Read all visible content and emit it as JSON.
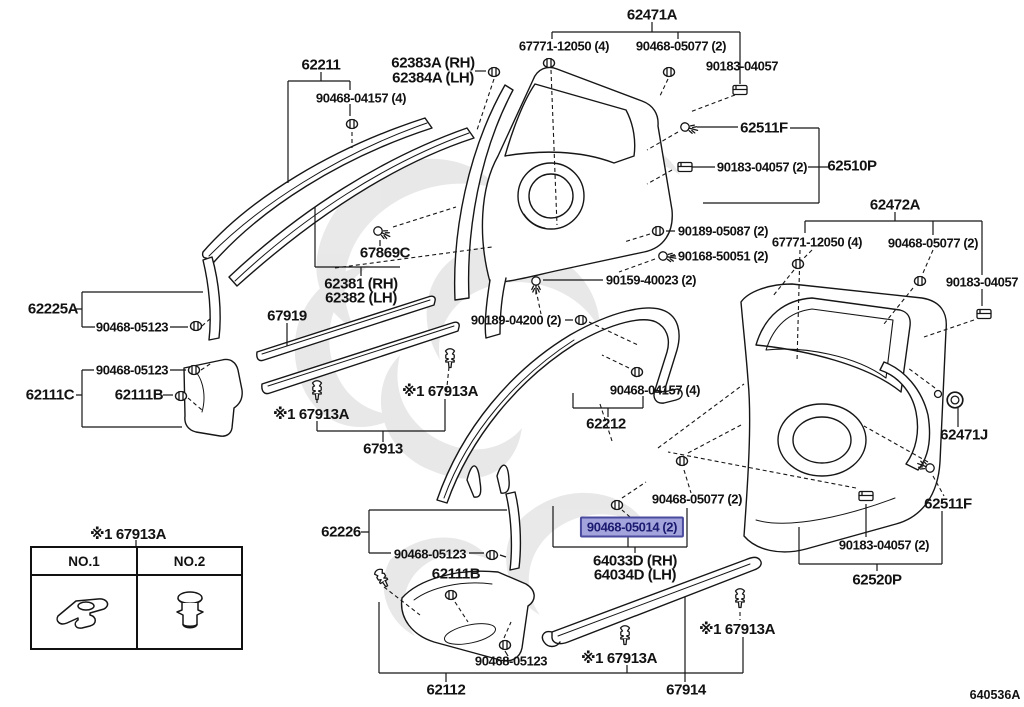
{
  "page": {
    "background": "#ffffff",
    "footer_code": "640536A"
  },
  "highlight": {
    "bg": "#a4a4dc",
    "border": "#4a4a9e",
    "text_color": "#1a1a70"
  },
  "legend": {
    "title": "※1 67913A",
    "columns": [
      "NO.1",
      "NO.2"
    ]
  },
  "labels": {
    "t62471A": "62471A",
    "t67771_a": "67771-12050 (4)",
    "t90468_05077_a": "90468-05077 (2)",
    "t90183_04057_a": "90183-04057",
    "t62211": "62211",
    "t62383A": "62383A (RH)",
    "t62384A": "62384A (LH)",
    "t90468_04157_a": "90468-04157 (4)",
    "t62511F_a": "62511F",
    "t90183_04057_b": "90183-04057 (2)",
    "t62510P": "62510P",
    "t62472A": "62472A",
    "t67771_b": "67771-12050 (4)",
    "t90468_05077_b": "90468-05077 (2)",
    "t90183_04057_c": "90183-04057",
    "t90189_05087": "90189-05087 (2)",
    "t90168_50051": "90168-50051 (2)",
    "t67869C": "67869C",
    "t62381": "62381 (RH)",
    "t62382": "62382 (LH)",
    "t90159_40023": "90159-40023 (2)",
    "t62225A": "62225A",
    "t90468_05123_a": "90468-05123",
    "t67919": "67919",
    "t90189_04200": "90189-04200 (2)",
    "t90468_05123_b": "90468-05123",
    "t62111C": "62111C",
    "t62111B_a": "62111B",
    "t67913A_a": "※1 67913A",
    "t67913A_b": "※1 67913A",
    "t90468_04157_b": "90468-04157 (4)",
    "t62212": "62212",
    "t62471J": "62471J",
    "t67913": "67913",
    "t90468_05077_c": "90468-05077 (2)",
    "t62511F_b": "62511F",
    "t62226": "62226",
    "t90468_05014": "90468-05014 (2)",
    "t90468_05123_c": "90468-05123",
    "t64033D": "64033D (RH)",
    "t64034D": "64034D (LH)",
    "t90183_04057_d": "90183-04057 (2)",
    "t62111B_b": "62111B",
    "t62520P": "62520P",
    "t67913A_c": "※1 67913A",
    "t67913A_d": "※1 67913A",
    "t90468_05123_d": "90468-05123",
    "t62112": "62112",
    "t67914": "67914"
  }
}
